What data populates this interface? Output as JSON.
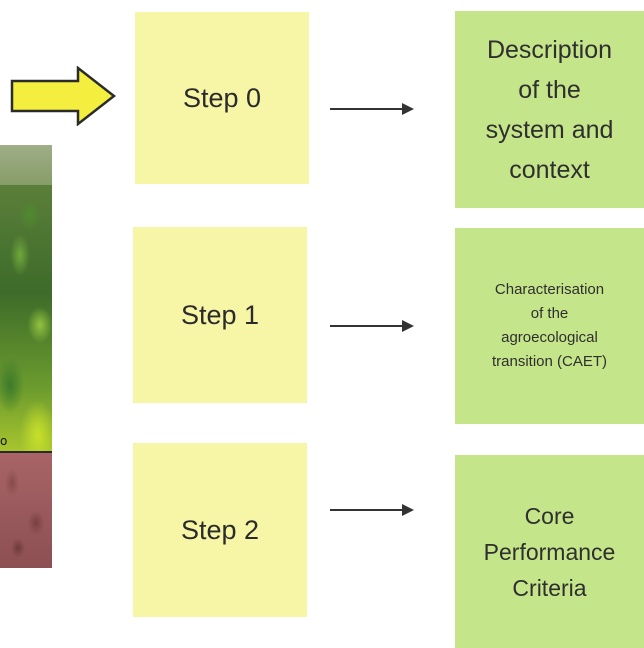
{
  "steps": [
    {
      "label": "Step 0"
    },
    {
      "label": "Step 1"
    },
    {
      "label": "Step 2"
    }
  ],
  "results": [
    {
      "text": "Description\nof the\nsystem and\ncontext"
    },
    {
      "text": "Characterisation\nof the\nagroecological\ntransition (CAET)"
    },
    {
      "text": "Core\nPerformance\nCriteria"
    }
  ],
  "photo": {
    "corner_char": "o"
  },
  "colors": {
    "step_note": "#f7f5a6",
    "result_note": "#c5e58a",
    "big_arrow_fill": "#f4ef3e",
    "big_arrow_stroke": "#2b2b2b",
    "connector": "#333333"
  }
}
